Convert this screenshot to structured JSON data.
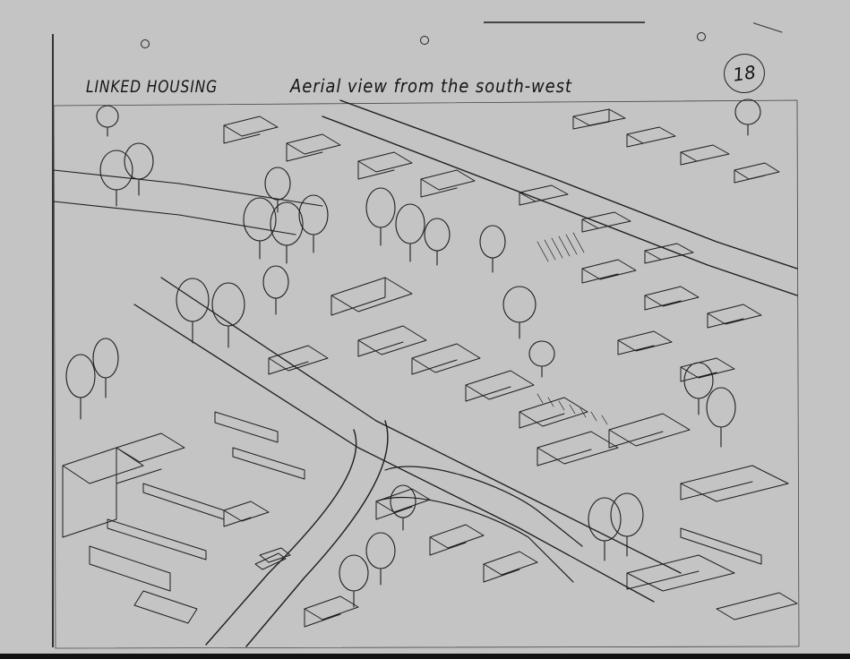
{
  "document": {
    "title": "LINKED HOUSING",
    "subtitle": "Aerial view from the south-west",
    "page_number": "18"
  },
  "illustration": {
    "kind": "pen-and-ink aerial perspective sketch of housing blocks, streets and trees"
  }
}
